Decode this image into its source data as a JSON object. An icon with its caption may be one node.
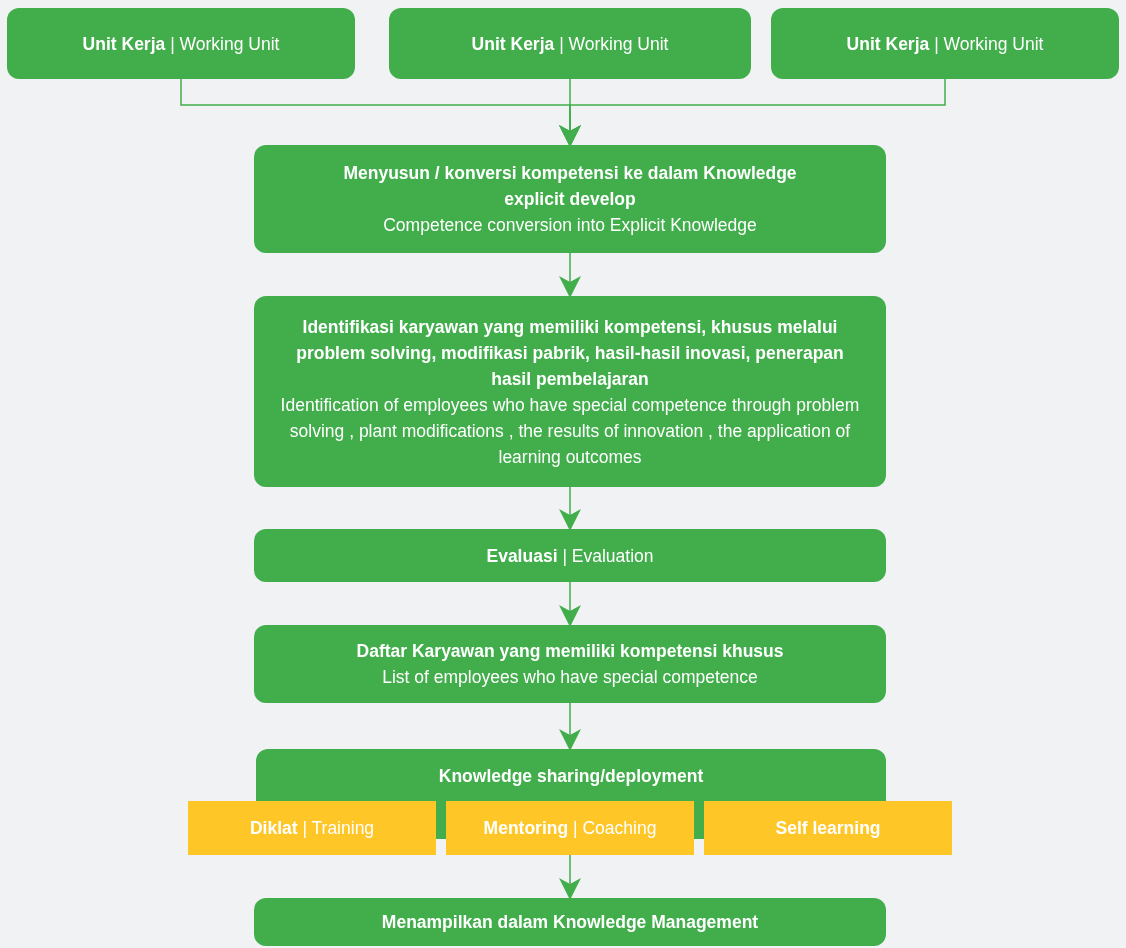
{
  "diagram": {
    "nodes": [
      {
        "text": [
          "**Unit Kerja** | Working Unit"
        ]
      },
      {
        "text": [
          "**Unit Kerja** | Working Unit"
        ]
      },
      {
        "text": [
          "**Unit Kerja** | Working Unit"
        ]
      },
      {
        "text": [
          "Menyusun / konversi kompetensi ke dalam Knowledge explicit develop",
          "Competence conversion into Explicit Knowledge"
        ]
      },
      {
        "text": [
          "Identifikasi karyawan yang memiliki kompetensi, khusus melalui problem solving, modifikasi pabrik, hasil-hasil inovasi, penerapan hasil pembelajaran",
          "Identification of employees who have special competence through problem solving , plant modifications , the results of innovation , the application of learning outcomes"
        ]
      },
      {
        "text": [
          "**Evaluasi** | Evaluation"
        ]
      },
      {
        "text": [
          "Daftar Karyawan yang memiliki kompetensi khusus",
          "List of employees who have special competence"
        ]
      },
      {
        "text": [
          "Knowledge sharing/deployment"
        ]
      },
      {
        "text": [
          "**Diklat** | Training"
        ]
      },
      {
        "text": [
          "**Mentoring** | Coaching"
        ]
      },
      {
        "text": [
          "Self learning"
        ]
      },
      {
        "text": [
          "Menampilkan dalam Knowledge Management"
        ]
      }
    ],
    "edges": [
      {
        "from": 0,
        "to": 3,
        "arrow": "to"
      },
      {
        "from": 1,
        "to": 3,
        "arrow": "to"
      },
      {
        "from": 2,
        "to": 3,
        "arrow": "to"
      },
      {
        "from": 3,
        "to": 4,
        "arrow": "to"
      },
      {
        "from": 4,
        "to": 5,
        "arrow": "to"
      },
      {
        "from": 5,
        "to": 6,
        "arrow": "to"
      },
      {
        "from": 6,
        "to": 7,
        "arrow": "to"
      },
      {
        "from": 9,
        "to": 11,
        "arrow": "to"
      }
    ]
  }
}
